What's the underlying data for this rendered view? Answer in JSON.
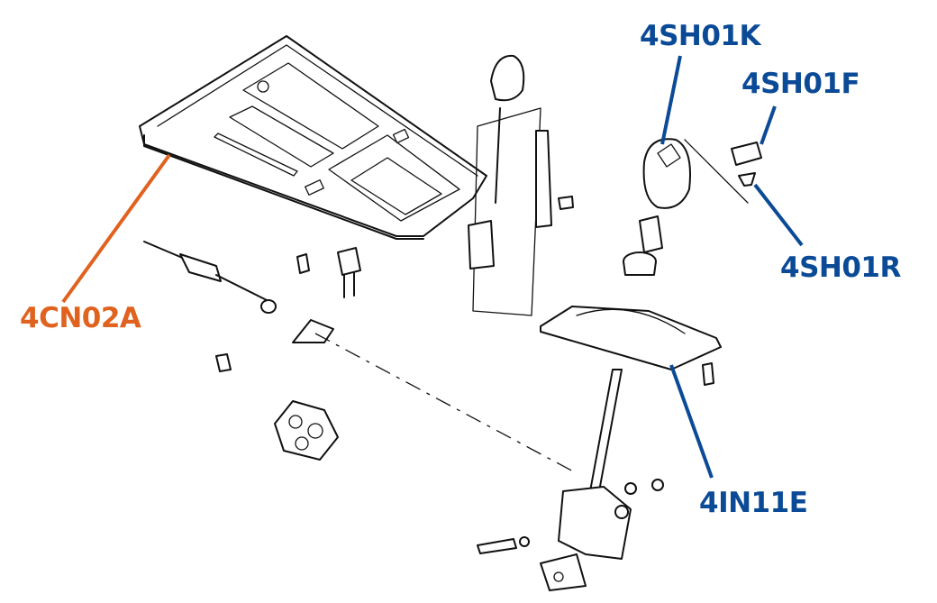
{
  "diagram": {
    "title": "Gear shift console exploded view",
    "colors": {
      "orange_callout": "#e0621f",
      "blue_callout": "#0b4a96",
      "line_art": "#111111",
      "background": "#ffffff"
    },
    "callouts": [
      {
        "id": "4SH01K",
        "label": "4SH01K",
        "part": "shift-knob",
        "color": "blue"
      },
      {
        "id": "4SH01F",
        "label": "4SH01F",
        "part": "shift-pattern-insert",
        "color": "blue"
      },
      {
        "id": "4SH01R",
        "label": "4SH01R",
        "part": "knob-retainer-clip",
        "color": "blue"
      },
      {
        "id": "4CN02A",
        "label": "4CN02A",
        "part": "console-panel",
        "color": "orange"
      },
      {
        "id": "4IN11E",
        "label": "4IN11E",
        "part": "shift-boot-gaiter",
        "color": "blue"
      }
    ]
  }
}
